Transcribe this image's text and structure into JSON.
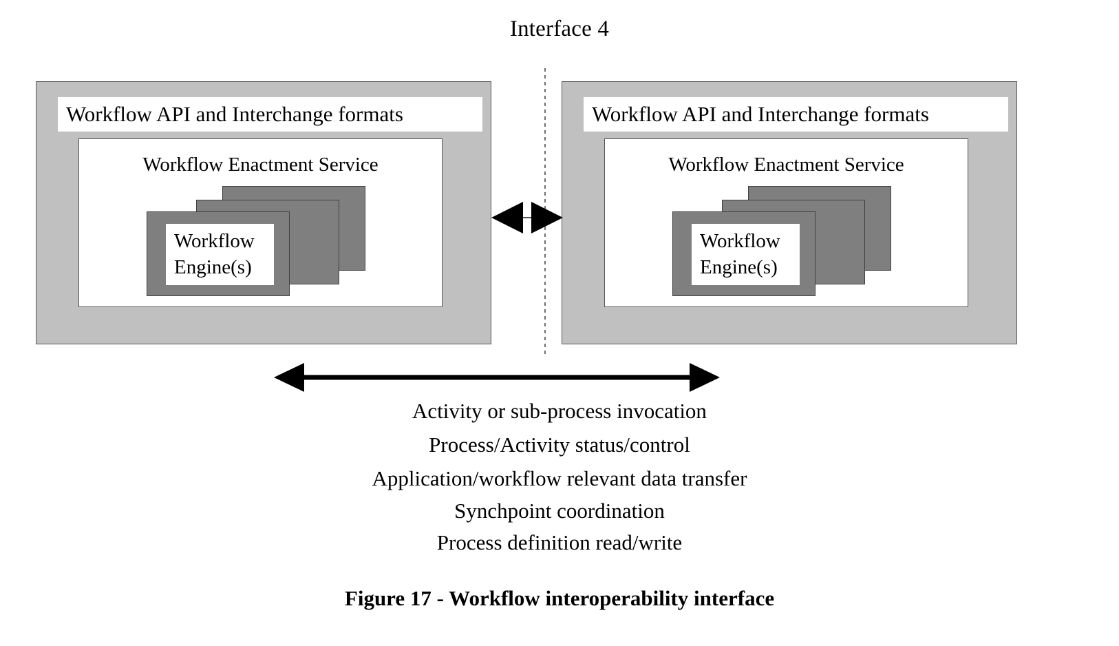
{
  "diagram": {
    "title": "Interface 4",
    "figure_caption": "Figure 17 - Workflow interoperability interface",
    "colors": {
      "panel_fill": "#c0c0c0",
      "panel_border": "#555555",
      "card_fill": "#7f7f7f",
      "card_border": "#3f3f3f",
      "inner_fill": "#ffffff",
      "arrow": "#000000",
      "divider": "#6e6e6e"
    },
    "panels": [
      {
        "side": "left",
        "api_label": "Workflow API and Interchange formats",
        "enactment_label": "Workflow Enactment Service",
        "engine_line1": "Workflow",
        "engine_line2": "Engine(s)",
        "engine_card_count": 3
      },
      {
        "side": "right",
        "api_label": "Workflow API and Interchange formats",
        "enactment_label": "Workflow Enactment Service",
        "engine_line1": "Workflow",
        "engine_line2": "Engine(s)",
        "engine_card_count": 3
      }
    ],
    "center_connector": {
      "type": "double-headed-arrow",
      "divider_style": "dotted-vertical"
    },
    "interop_arrow": {
      "type": "double-headed-arrow"
    },
    "interop_items": [
      "Activity or sub-process invocation",
      "Process/Activity status/control",
      "Application/workflow relevant data transfer",
      "Synchpoint coordination",
      "Process definition read/write"
    ]
  }
}
